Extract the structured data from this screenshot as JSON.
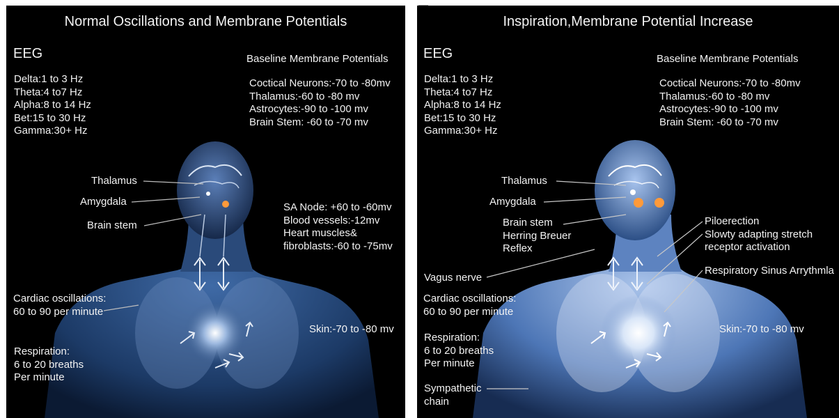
{
  "panels": [
    {
      "title": "Normal Oscillations and Membrane Potentials",
      "eeg_heading": "EEG",
      "eeg_bands": "Delta:1 to 3 Hz\nTheta:4 to7 Hz\nAlpha:8 to 14 Hz\nBet:15 to 30 Hz\nGamma:30+ Hz",
      "baseline_heading": "Baseline Membrane Potentials",
      "baseline_values": "Coctical Neurons:-70 to -80mv\nThalamus:-60 to -80 mv\nAstrocytes:-90 to -100 mv\nBrain Stem: -60 to -70 mv",
      "thalamus": "Thalamus",
      "amygdala": "Amygdala",
      "brain_stem": "Brain stem",
      "heart_values": "SA Node: +60 to -60mv\nBlood vessels:-12mv\nHeart muscles&\nfibroblasts:-60 to -75mv",
      "cardiac": "Cardiac oscillations:\n60 to 90 per minute",
      "skin": "Skin:-70 to -80 mv",
      "respiration": "Respiration:\n6 to 20 breaths\nPer minute"
    },
    {
      "title": "Inspiration,Membrane Potential Increase",
      "eeg_heading": "EEG",
      "eeg_bands": "Delta:1 to 3 Hz\nTheta:4 to7 Hz\nAlpha:8 to 14 Hz\nBet:15 to 30 Hz\nGamma:30+ Hz",
      "baseline_heading": "Baseline Membrane Potentials",
      "baseline_values": "Coctical Neurons:-70 to -80mv\nThalamus:-60 to -80 mv\nAstrocytes:-90 to -100 mv\nBrain Stem: -60 to -70 mv",
      "thalamus": "Thalamus",
      "amygdala": "Amygdala",
      "brain_stem": "Brain stem\nHerring Breuer\nReflex",
      "piloerection": "Piloerection\nSlowty adapting stretch\nreceptor activation",
      "vagus": "Vagus nerve",
      "rsa": "Respiratory Sinus Arrythmla",
      "cardiac": "Cardiac oscillations:\n60 to 90 per minute",
      "skin": "Skin:-70 to -80 mv",
      "respiration": "Respiration:\n6 to 20 breaths\nPer minute",
      "sympathetic": "Sympathetic\nchain"
    }
  ]
}
